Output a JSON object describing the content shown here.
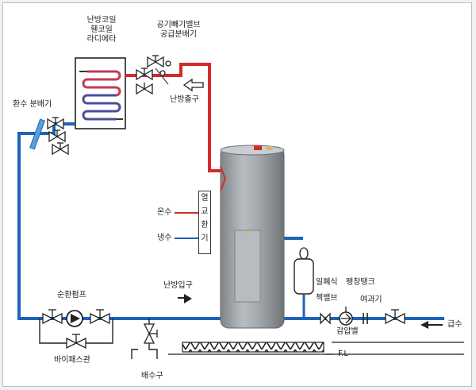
{
  "labels": {
    "radiator": [
      "난방코일",
      "휀코일",
      "라디에타"
    ],
    "air_vent": [
      "공기빼기밸브",
      "공급분배기"
    ],
    "heating_outlet": "난방출구",
    "return_manifold": "환수 분배기",
    "hot_water": "온수",
    "cold_water": "냉수",
    "heat_exchanger": [
      "열",
      "교",
      "환",
      "기"
    ],
    "heating_inlet": "난방입구",
    "circulation_pump": "순환펌프",
    "bypass_pipe": "바이패스관",
    "drain": "배수구",
    "expansion_tank": "팽창탱크",
    "check_valve": [
      "일폐식",
      "첵밸브"
    ],
    "pressure_valve": "감압밸",
    "filter": "여과기",
    "supply": "급수",
    "floor_level": "F.L"
  },
  "colors": {
    "hot_pipe": "#d42a2a",
    "cold_pipe": "#1f63b8",
    "tank": "#9ea3a9",
    "tank_dark": "#7d8288"
  }
}
